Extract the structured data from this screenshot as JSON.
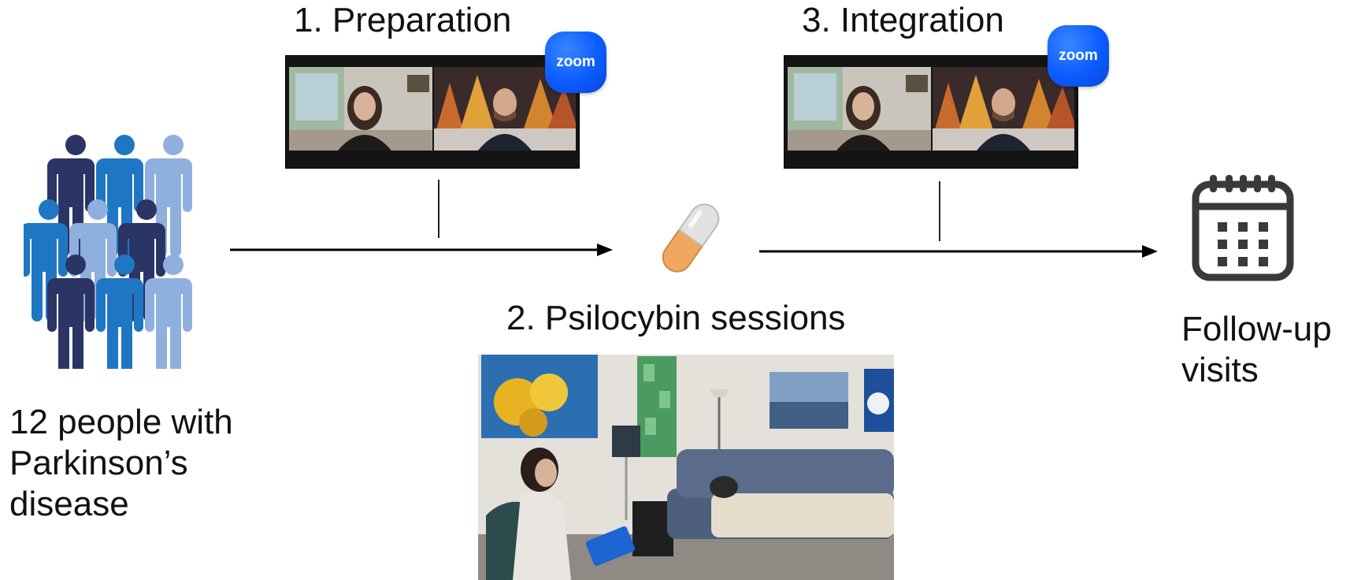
{
  "participants": {
    "label_lines": [
      "12 people with",
      "Parkinson’s",
      "disease"
    ],
    "icon": "people-group-icon"
  },
  "steps": [
    {
      "label": "1. Preparation",
      "badge": "zoom"
    },
    {
      "label": "2. Psilocybin sessions",
      "icon": "capsule-icon"
    },
    {
      "label": "3. Integration",
      "badge": "zoom"
    }
  ],
  "followup": {
    "label_lines": [
      "Follow-up",
      "visits"
    ],
    "icon": "calendar-icon"
  },
  "colors": {
    "dark_blue": "#2a3566",
    "mid_blue": "#1f77c4",
    "light_blue": "#8fb0de",
    "zoom_blue": "#0b5cff",
    "capsule_orange": "#f0a860",
    "calendar": "#3a3a3a"
  }
}
